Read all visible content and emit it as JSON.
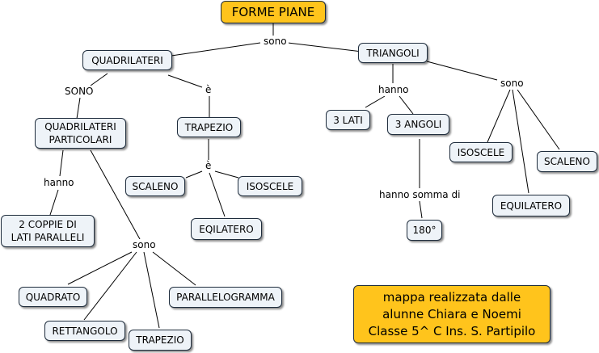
{
  "nodes": {
    "forme_piane": "FORME PIANE",
    "quadrilateri": "QUADRILATERI",
    "triangoli": "TRIANGOLI",
    "quadrilateri_particolari": "QUADRILATERI\nPARTICOLARI",
    "trapezio": "TRAPEZIO",
    "coppie_lati": "2 COPPIE DI\nLATI PARALLELI",
    "scaleno_q": "SCALENO",
    "isoscele_q": "ISOSCELE",
    "eqilatero": "EQILATERO",
    "quadrato": "QUADRATO",
    "rettangolo": "RETTANGOLO",
    "trapezio_2": "TRAPEZIO",
    "parallelogramma": "PARALLELOGRAMMA",
    "tre_lati": "3 LATI",
    "tre_angoli": "3 ANGOLI",
    "centottanta": "180°",
    "isoscele_t": "ISOSCELE",
    "equilatero_t": "EQUILATERO",
    "scaleno_t": "SCALENO",
    "note": "mappa realizzata dalle\nalunne Chiara e Noemi\nClasse 5^ C Ins. S. Partipilo"
  },
  "labels": {
    "sono_top": "sono",
    "sono_quad": "SONO",
    "e_trap": "è",
    "hanno_qp": "hanno",
    "e_trap2": "è",
    "sono_part": "sono",
    "hanno_tri": "hanno",
    "sono_tri": "sono",
    "hanno_somma": "hanno somma di"
  }
}
